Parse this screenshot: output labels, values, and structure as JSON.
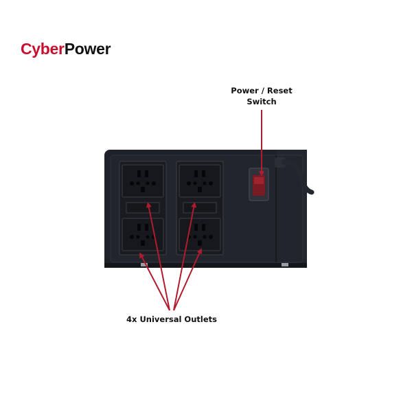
{
  "brand": {
    "part1": "Cyber",
    "part2": "Power"
  },
  "labels": {
    "switch_line1": "Power / Reset",
    "switch_line2": "Switch",
    "outlets": "4x Universal Outlets"
  },
  "colors": {
    "brand_red": "#c8102e",
    "arrow_red": "#b01c2e",
    "device_body": "#1e2128",
    "text": "#111111"
  }
}
